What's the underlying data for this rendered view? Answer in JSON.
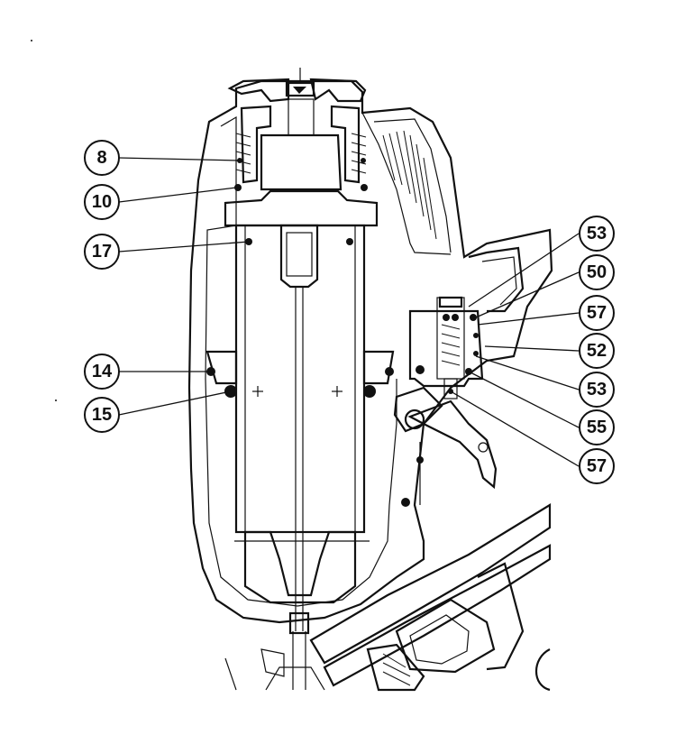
{
  "callouts": [
    {
      "id": "c8",
      "label": "8"
    },
    {
      "id": "c10",
      "label": "10"
    },
    {
      "id": "c17",
      "label": "17"
    },
    {
      "id": "c14",
      "label": "14"
    },
    {
      "id": "c15",
      "label": "15"
    },
    {
      "id": "c53a",
      "label": "53"
    },
    {
      "id": "c50",
      "label": "50"
    },
    {
      "id": "c57a",
      "label": "57"
    },
    {
      "id": "c52",
      "label": "52"
    },
    {
      "id": "c53b",
      "label": "53"
    },
    {
      "id": "c55",
      "label": "55"
    },
    {
      "id": "c57b",
      "label": "57"
    }
  ],
  "colors": {
    "ink": "#111111",
    "paper": "#ffffff"
  }
}
